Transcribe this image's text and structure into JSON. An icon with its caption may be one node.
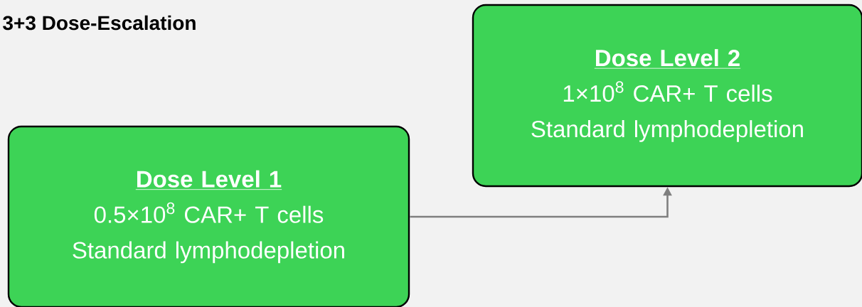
{
  "diagram": {
    "title": "3+3 Dose-Escalation",
    "nodes": [
      {
        "text": [
          "Dose Level 1",
          "0.5×10$^{8}$ CAR+ T cells Standard lymphodepletion"
        ]
      },
      {
        "text": [
          "Dose Level 2",
          "1×10$^{8}$ CAR+ T cells Standard lymphodepletion"
        ]
      }
    ],
    "edges": [
      {
        "from": 0,
        "to": 1,
        "arrow": "to"
      }
    ]
  }
}
